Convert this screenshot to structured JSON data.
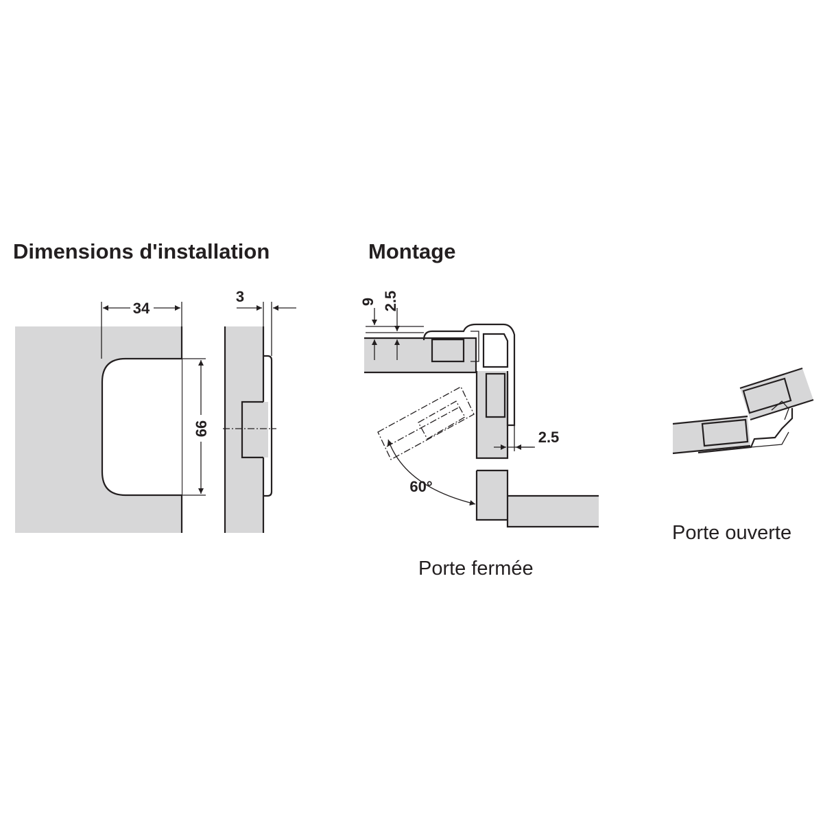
{
  "headings": {
    "installation": "Dimensions d'installation",
    "mounting": "Montage"
  },
  "captions": {
    "closed": "Porte fermée",
    "open": "Porte ouverte"
  },
  "dimensions": {
    "width": "34",
    "height": "66",
    "offset": "3",
    "top_thickness": "9",
    "top_offset": "2.5",
    "side_offset": "2.5",
    "angle": "60°"
  },
  "colors": {
    "panel_fill": "#d7d7d8",
    "line": "#231f20"
  }
}
